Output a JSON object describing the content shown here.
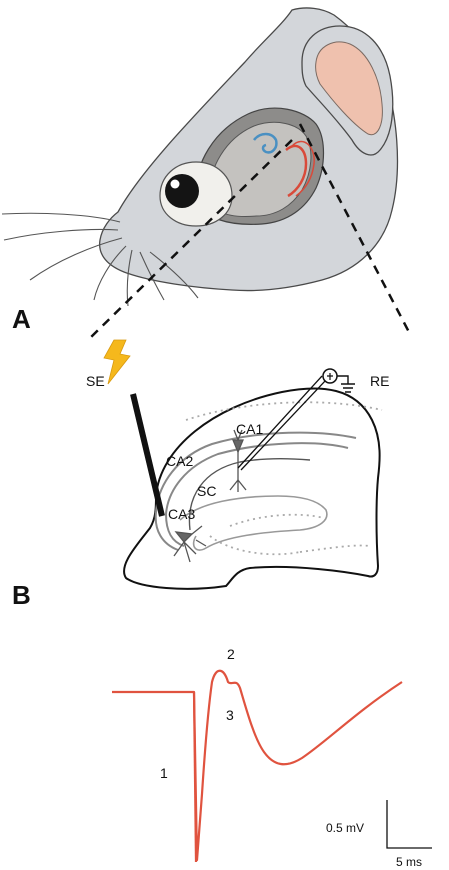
{
  "panels": {
    "a": "A",
    "b": "B"
  },
  "electrodes": {
    "stim": "SE",
    "rec": "RE"
  },
  "regions": {
    "ca1": "CA1",
    "ca2": "CA2",
    "ca3": "CA3",
    "sc": "SC"
  },
  "trace": {
    "components": {
      "c1": "1",
      "c2": "2",
      "c3": "3"
    },
    "scale_bar": {
      "voltage": "0.5 mV",
      "time": "5 ms"
    }
  },
  "colors": {
    "rat_fur": "#d3d6da",
    "ear_inner": "#efc1ae",
    "trace": "#e0533f",
    "stim_bolt": "#f5b81c"
  }
}
